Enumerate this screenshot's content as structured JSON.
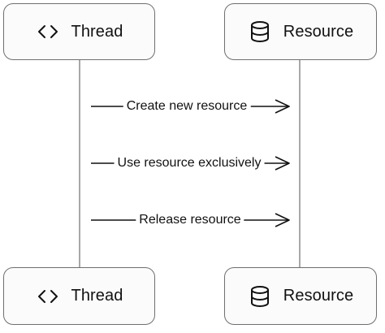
{
  "participants": {
    "thread": {
      "label": "Thread",
      "icon": "code-brackets-icon"
    },
    "resource": {
      "label": "Resource",
      "icon": "database-icon"
    }
  },
  "messages": [
    {
      "label": "Create new resource",
      "from": "thread",
      "to": "resource"
    },
    {
      "label": "Use resource exclusively",
      "from": "thread",
      "to": "resource"
    },
    {
      "label": "Release resource",
      "from": "thread",
      "to": "resource"
    }
  ]
}
